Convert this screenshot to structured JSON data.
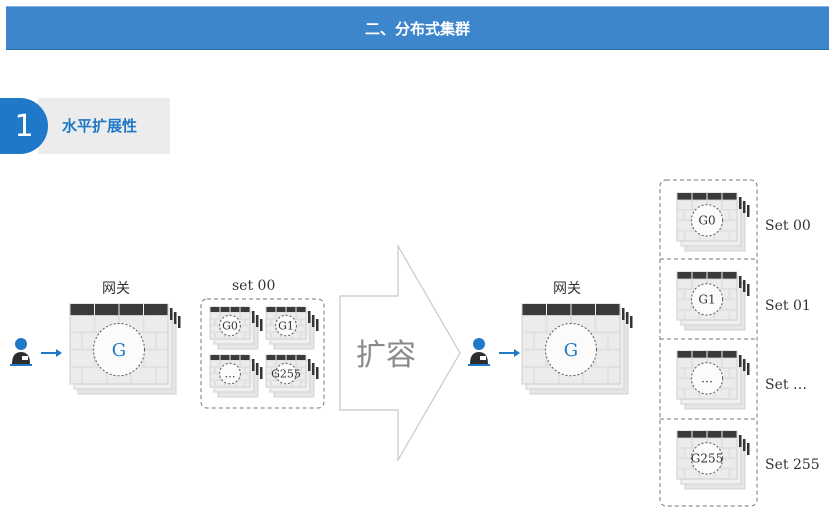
{
  "banner": {
    "title": "二、分布式集群"
  },
  "section": {
    "number": "1",
    "title": "水平扩展性"
  },
  "before": {
    "gateway_label": "网关",
    "gateway_node": "G",
    "set_label": "set 00",
    "set_nodes": [
      "G0",
      "G1",
      "…",
      "G255"
    ]
  },
  "arrow": {
    "label": "扩容"
  },
  "after": {
    "gateway_label": "网关",
    "gateway_node": "G",
    "sets": [
      {
        "node": "G0",
        "label": "Set 00"
      },
      {
        "node": "G1",
        "label": "Set 01"
      },
      {
        "node": "…",
        "label": "Set …"
      },
      {
        "node": "G255",
        "label": "Set 255"
      }
    ]
  },
  "colors": {
    "banner": "#3d86cc",
    "accent": "#1f78c8",
    "user": "#1f78c8"
  }
}
